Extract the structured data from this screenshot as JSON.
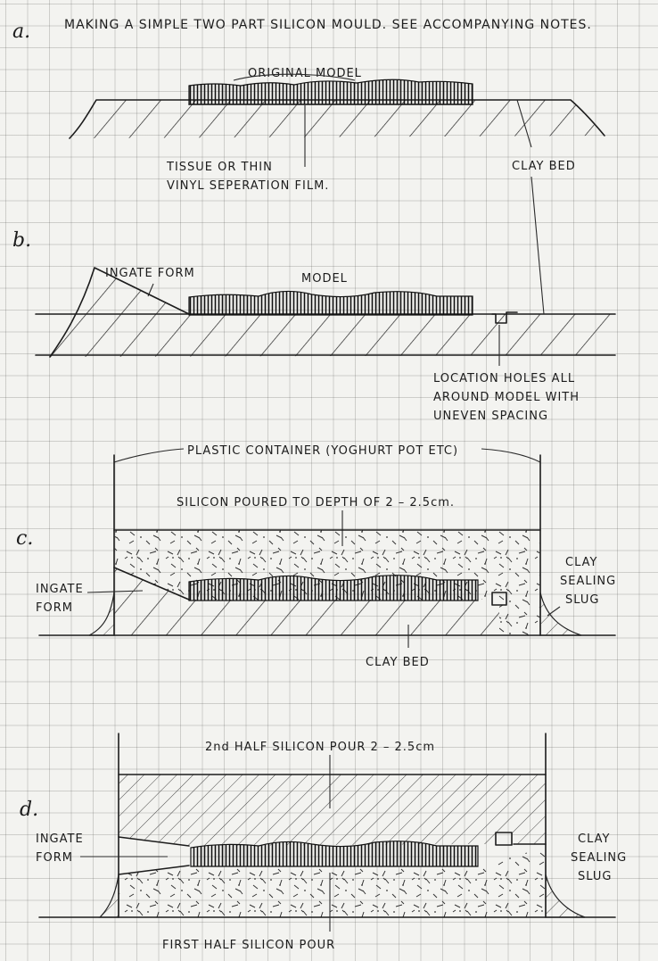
{
  "title": "MAKING A SIMPLE TWO PART SILICON MOULD.  SEE ACCOMPANYING NOTES.",
  "panels": {
    "a": {
      "letter": "a.",
      "model_label": "ORIGINAL MODEL",
      "film_label_1": "TISSUE OR THIN",
      "film_label_2": "VINYL SEPERATION FILM.",
      "bed_label": "CLAY BED"
    },
    "b": {
      "letter": "b.",
      "ingate_label": "INGATE FORM",
      "model_label": "MODEL",
      "holes_label_1": "LOCATION HOLES ALL",
      "holes_label_2": "AROUND MODEL WITH",
      "holes_label_3": "UNEVEN SPACING"
    },
    "c": {
      "letter": "c.",
      "container_label": "PLASTIC CONTAINER (YOGHURT POT ETC)",
      "silicon_label": "SILICON POURED TO DEPTH OF 2 – 2.5cm.",
      "ingate_label_1": "INGATE",
      "ingate_label_2": "FORM",
      "slug_label_1": "CLAY",
      "slug_label_2": "SEALING",
      "slug_label_3": "SLUG",
      "bed_label": "CLAY BED"
    },
    "d": {
      "letter": "d.",
      "second_pour_label": "2nd HALF SILICON POUR 2 – 2.5cm",
      "ingate_label_1": "INGATE",
      "ingate_label_2": "FORM",
      "slug_label_1": "CLAY",
      "slug_label_2": "SEALING",
      "slug_label_3": "SLUG",
      "first_pour_label": "FIRST HALF SILICON POUR"
    }
  }
}
